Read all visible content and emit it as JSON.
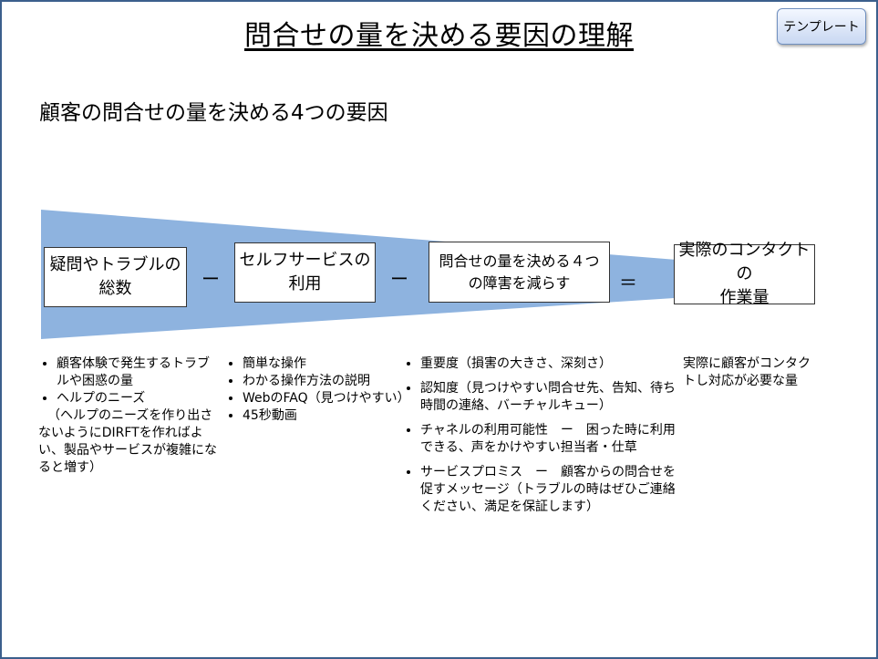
{
  "title": "問合せの量を決める要因の理解",
  "template_button": "テンプレート",
  "subtitle": "顧客の問合せの量を決める4つの要因",
  "colors": {
    "funnel": "#8eb3df",
    "border": "#3b5f8c"
  },
  "boxes": [
    {
      "label": "疑問やトラブルの\n総数"
    },
    {
      "label": "セルフサービスの\n利用"
    },
    {
      "label": "問合せの量を決める４つ\nの障害を減らす"
    },
    {
      "label": "実際のコンタクトの\n作業量"
    }
  ],
  "operators": [
    "ー",
    "ー",
    "＝"
  ],
  "col1": {
    "items": [
      "顧客体験で発生するトラブルや困惑の量",
      "ヘルプのニーズ"
    ],
    "note": "（ヘルプのニーズを作り出さないようにDIRFTを作ればよい、製品やサービスが複雑になると増す）"
  },
  "col2": {
    "items": [
      "簡単な操作",
      "わかる操作方法の説明",
      "WebのFAQ（見つけやすい）",
      "45秒動画"
    ]
  },
  "col3": {
    "items": [
      "重要度（損害の大きさ、深刻さ）",
      "認知度（見つけやすい問合せ先、告知、待ち時間の連絡、バーチャルキュー）",
      "チャネルの利用可能性　ー　困った時に利用できる、声をかけやすい担当者・仕草",
      "サービスプロミス　ー　顧客からの問合せを促すメッセージ（トラブルの時はぜひご連絡ください、満足を保証します）"
    ]
  },
  "col4": {
    "text": "実際に顧客がコンタクトし対応が必要な量"
  }
}
